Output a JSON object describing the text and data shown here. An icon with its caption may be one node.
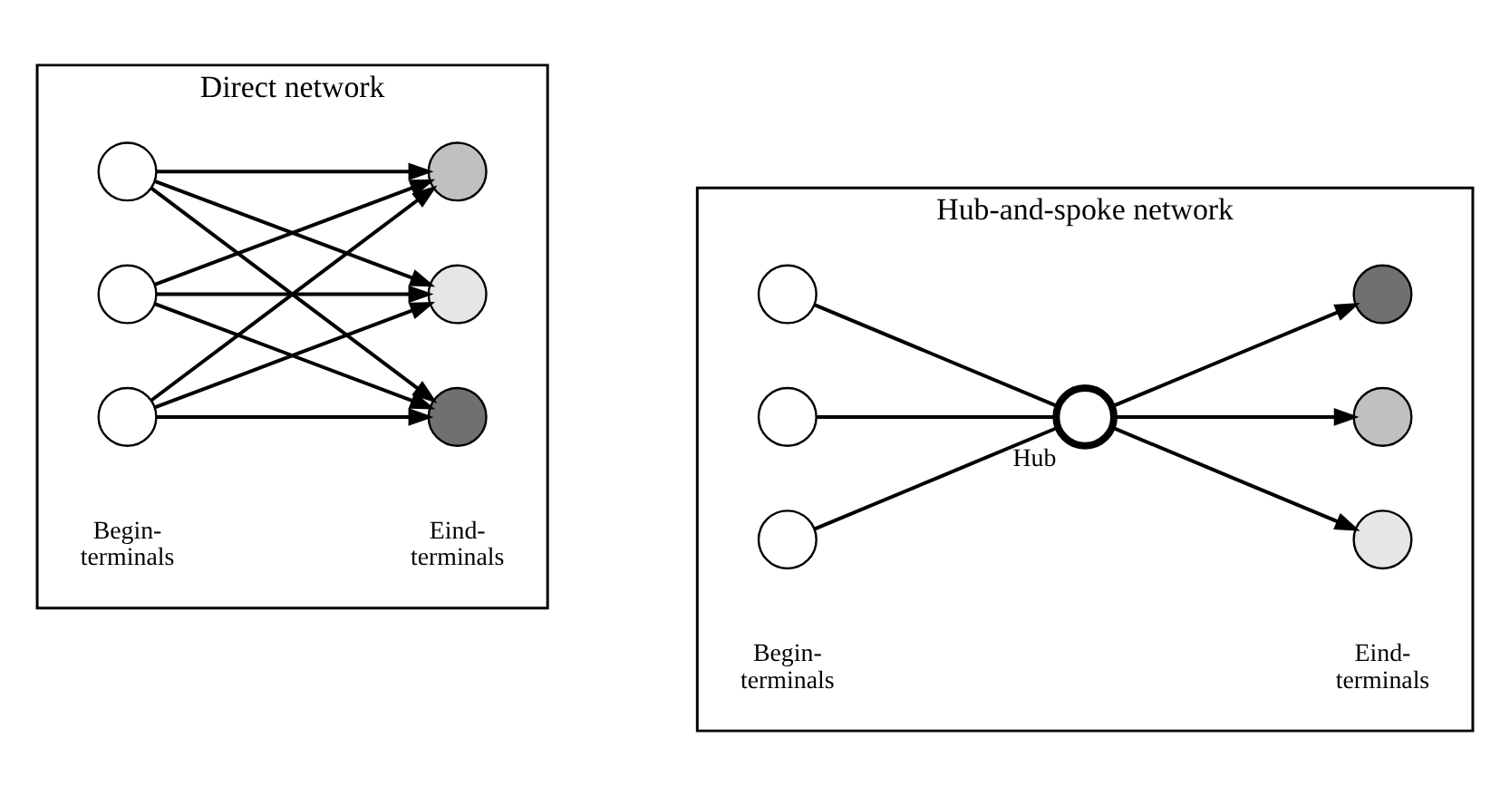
{
  "diagram": {
    "nodes": [
      {
        "text": [
          "Direct network"
        ]
      },
      {
        "text": [],
        "shape": "circle",
        "in": 0
      },
      {
        "text": [],
        "shape": "circle",
        "in": 0
      },
      {
        "text": [],
        "shape": "circle",
        "in": 0
      },
      {
        "text": [],
        "shape": "circle",
        "in": 0
      },
      {
        "text": [],
        "shape": "circle",
        "in": 0
      },
      {
        "text": [],
        "shape": "circle",
        "in": 0
      },
      {
        "text": [
          "Hub-and-spoke network"
        ]
      },
      {
        "text": [],
        "shape": "circle",
        "in": 7
      },
      {
        "text": [],
        "shape": "circle",
        "in": 7
      },
      {
        "text": [],
        "shape": "circle",
        "in": 7
      },
      {
        "text": [],
        "shape": "circle",
        "in": 7,
        "beside": [
          "Hub"
        ]
      },
      {
        "text": [],
        "shape": "circle",
        "in": 7
      },
      {
        "text": [],
        "shape": "circle",
        "in": 7
      },
      {
        "text": [],
        "shape": "circle",
        "in": 7
      }
    ],
    "edges": [
      {
        "from": 1,
        "to": 4,
        "arrow": "to"
      },
      {
        "from": 1,
        "to": 5,
        "arrow": "to"
      },
      {
        "from": 1,
        "to": 6,
        "arrow": "to"
      },
      {
        "from": 2,
        "to": 4,
        "arrow": "to"
      },
      {
        "from": 2,
        "to": 5,
        "arrow": "to"
      },
      {
        "from": 2,
        "to": 6,
        "arrow": "to"
      },
      {
        "from": 3,
        "to": 4,
        "arrow": "to"
      },
      {
        "from": 3,
        "to": 5,
        "arrow": "to"
      },
      {
        "from": 3,
        "to": 6,
        "arrow": "to"
      },
      {
        "from": 8,
        "to": 11,
        "arrow": "none"
      },
      {
        "from": 9,
        "to": 11,
        "arrow": "none"
      },
      {
        "from": 10,
        "to": 11,
        "arrow": "none"
      },
      {
        "from": 11,
        "to": 12,
        "arrow": "to"
      },
      {
        "from": 11,
        "to": 13,
        "arrow": "to"
      },
      {
        "from": 11,
        "to": 14,
        "arrow": "to"
      }
    ],
    "labels": [
      "Begin- terminals",
      "Eind- terminals",
      "Begin- terminals",
      "Eind- terminals"
    ]
  }
}
